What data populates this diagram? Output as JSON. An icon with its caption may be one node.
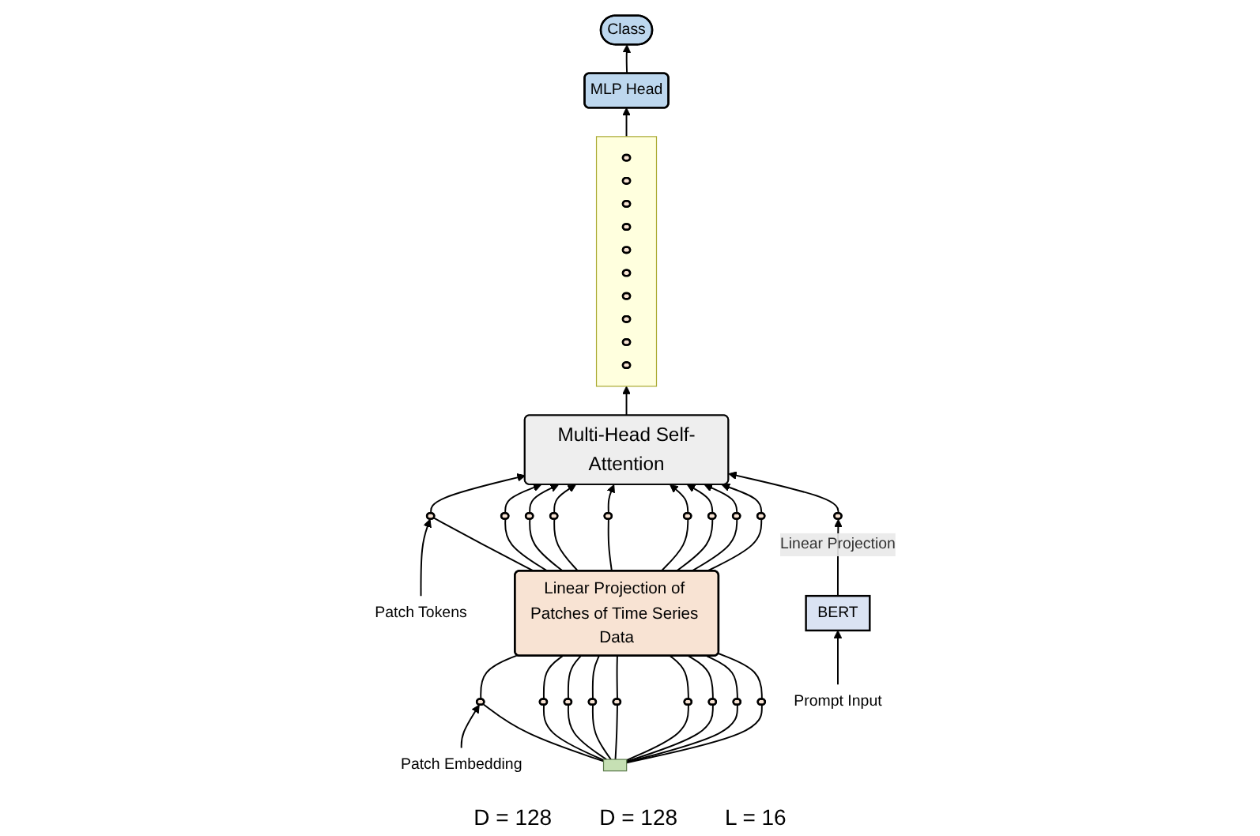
{
  "diagram": {
    "nodes": [
      {
        "text": [
          "Class"
        ]
      },
      {
        "text": [
          "MLP Head"
        ]
      },
      {
        "text": [],
        "shape": "box"
      },
      {
        "text": [],
        "shape": "capsule",
        "in": 2
      },
      {
        "text": [],
        "shape": "capsule",
        "in": 2
      },
      {
        "text": [],
        "shape": "capsule",
        "in": 2
      },
      {
        "text": [],
        "shape": "capsule",
        "in": 2
      },
      {
        "text": [],
        "shape": "capsule",
        "in": 2
      },
      {
        "text": [],
        "shape": "capsule",
        "in": 2
      },
      {
        "text": [],
        "shape": "capsule",
        "in": 2
      },
      {
        "text": [],
        "shape": "capsule",
        "in": 2
      },
      {
        "text": [],
        "shape": "capsule",
        "in": 2
      },
      {
        "text": [],
        "shape": "capsule",
        "in": 2
      },
      {
        "text": [
          "Multi-Head Self-Attention"
        ]
      },
      {
        "text": [
          "Patch Tokens"
        ]
      },
      {
        "text": [],
        "shape": "capsule"
      },
      {
        "text": [],
        "shape": "capsule"
      },
      {
        "text": [],
        "shape": "capsule"
      },
      {
        "text": [],
        "shape": "capsule"
      },
      {
        "text": [],
        "shape": "capsule"
      },
      {
        "text": [],
        "shape": "capsule"
      },
      {
        "text": [],
        "shape": "capsule"
      },
      {
        "text": [],
        "shape": "capsule"
      },
      {
        "text": [],
        "shape": "capsule"
      },
      {
        "text": [],
        "shape": "capsule"
      },
      {
        "text": [
          "Linear Projection of Patches of Time Series Data"
        ]
      },
      {
        "text": [
          "BERT"
        ]
      },
      {
        "text": [
          "Patch Embedding"
        ]
      },
      {
        "text": [],
        "shape": "capsule"
      },
      {
        "text": [],
        "shape": "capsule"
      },
      {
        "text": [],
        "shape": "capsule"
      },
      {
        "text": [],
        "shape": "capsule"
      },
      {
        "text": [],
        "shape": "capsule"
      },
      {
        "text": [],
        "shape": "capsule"
      },
      {
        "text": [],
        "shape": "capsule"
      },
      {
        "text": [],
        "shape": "capsule"
      },
      {
        "text": [],
        "shape": "capsule"
      },
      {
        "text": [],
        "shape": "bar"
      },
      {
        "text": [
          "Prompt Input"
        ]
      }
    ],
    "edges": [
      {
        "from": 1,
        "to": 0,
        "arrow": "to"
      },
      {
        "from": 2,
        "to": 1,
        "arrow": "to"
      },
      {
        "from": 13,
        "to": 2,
        "arrow": "to"
      },
      {
        "from": 15,
        "to": 13,
        "arrow": "to"
      },
      {
        "from": 16,
        "to": 13,
        "arrow": "to"
      },
      {
        "from": 17,
        "to": 13,
        "arrow": "to"
      },
      {
        "from": 18,
        "to": 13,
        "arrow": "to"
      },
      {
        "from": 19,
        "to": 13,
        "arrow": "to"
      },
      {
        "from": 20,
        "to": 13,
        "arrow": "to"
      },
      {
        "from": 21,
        "to": 13,
        "arrow": "to"
      },
      {
        "from": 22,
        "to": 13,
        "arrow": "to"
      },
      {
        "from": 23,
        "to": 13,
        "arrow": "to"
      },
      {
        "from": 24,
        "to": 13,
        "arrow": "to"
      },
      {
        "from": 14,
        "to": 15,
        "arrow": "to"
      },
      {
        "from": 25,
        "to": 15,
        "arrow": "none"
      },
      {
        "from": 25,
        "to": 16,
        "arrow": "none"
      },
      {
        "from": 25,
        "to": 17,
        "arrow": "none"
      },
      {
        "from": 25,
        "to": 18,
        "arrow": "none"
      },
      {
        "from": 25,
        "to": 19,
        "arrow": "none"
      },
      {
        "from": 25,
        "to": 20,
        "arrow": "none"
      },
      {
        "from": 25,
        "to": 21,
        "arrow": "none"
      },
      {
        "from": 25,
        "to": 22,
        "arrow": "none"
      },
      {
        "from": 25,
        "to": 23,
        "arrow": "none"
      },
      {
        "from": 26,
        "to": 24,
        "arrow": "to",
        "label": "Linear Projection"
      },
      {
        "from": 27,
        "to": 28,
        "arrow": "to"
      },
      {
        "from": 28,
        "to": 25,
        "arrow": "none"
      },
      {
        "from": 29,
        "to": 25,
        "arrow": "none"
      },
      {
        "from": 30,
        "to": 25,
        "arrow": "none"
      },
      {
        "from": 31,
        "to": 25,
        "arrow": "none"
      },
      {
        "from": 32,
        "to": 25,
        "arrow": "none"
      },
      {
        "from": 33,
        "to": 25,
        "arrow": "none"
      },
      {
        "from": 34,
        "to": 25,
        "arrow": "none"
      },
      {
        "from": 35,
        "to": 25,
        "arrow": "none"
      },
      {
        "from": 36,
        "to": 25,
        "arrow": "none"
      },
      {
        "from": 37,
        "to": 28,
        "arrow": "none"
      },
      {
        "from": 37,
        "to": 29,
        "arrow": "none"
      },
      {
        "from": 37,
        "to": 30,
        "arrow": "none"
      },
      {
        "from": 37,
        "to": 31,
        "arrow": "none"
      },
      {
        "from": 37,
        "to": 32,
        "arrow": "none"
      },
      {
        "from": 37,
        "to": 33,
        "arrow": "none"
      },
      {
        "from": 37,
        "to": 34,
        "arrow": "none"
      },
      {
        "from": 37,
        "to": 35,
        "arrow": "none"
      },
      {
        "from": 37,
        "to": 36,
        "arrow": "none"
      },
      {
        "from": 38,
        "to": 26,
        "arrow": "to"
      }
    ],
    "labels": [
      "D = 128",
      "D = 128",
      "L = 16"
    ]
  }
}
